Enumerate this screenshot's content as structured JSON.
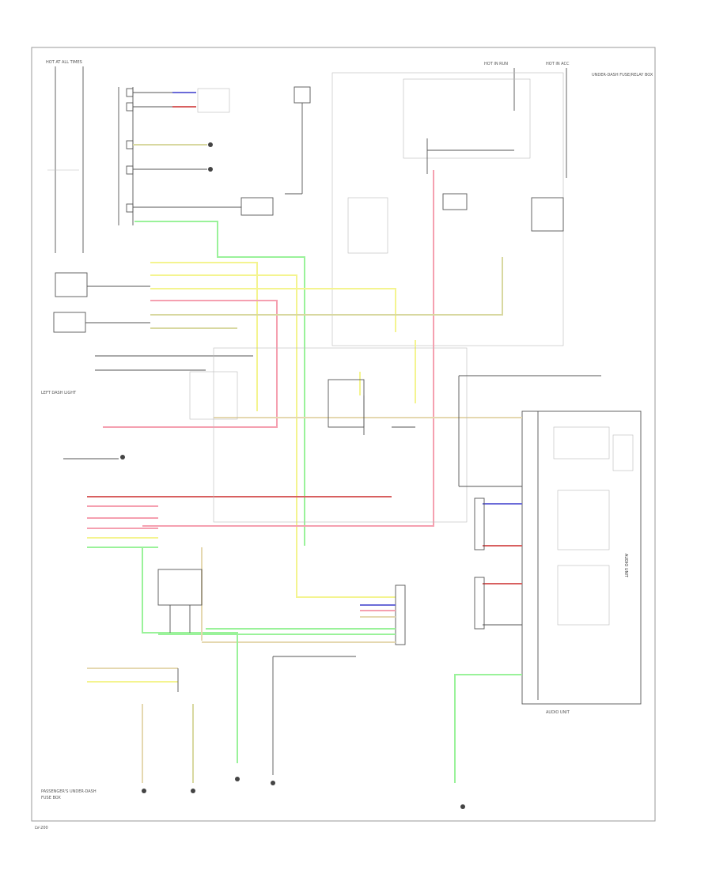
{
  "diagram": {
    "labels": {
      "top_left_header": "HOT AT ALL TIMES",
      "top_right_fuse_a": "HOT IN RUN",
      "top_right_fuse_b": "HOT IN ACC",
      "top_right_note": "UNDER-DASH FUSE/RELAY BOX",
      "left_dash_light": "LEFT DASH LIGHT",
      "lower_left_note": "PASSENGER'S UNDER-DASH",
      "right_main_unit": "AUDIO UNIT",
      "bottom_right_caption": "AUDIO UNIT",
      "fuse_box_lower": "FUSE BOX",
      "footer_corner": "LV-200"
    },
    "colors": {
      "green_wire": "#9af29a",
      "yellow_wire": "#f4f490",
      "pink_wire": "#f5a0b0",
      "blue_wire": "#6b6bd8",
      "red_wire": "#d86060",
      "frame": "#9a9a9a"
    }
  }
}
